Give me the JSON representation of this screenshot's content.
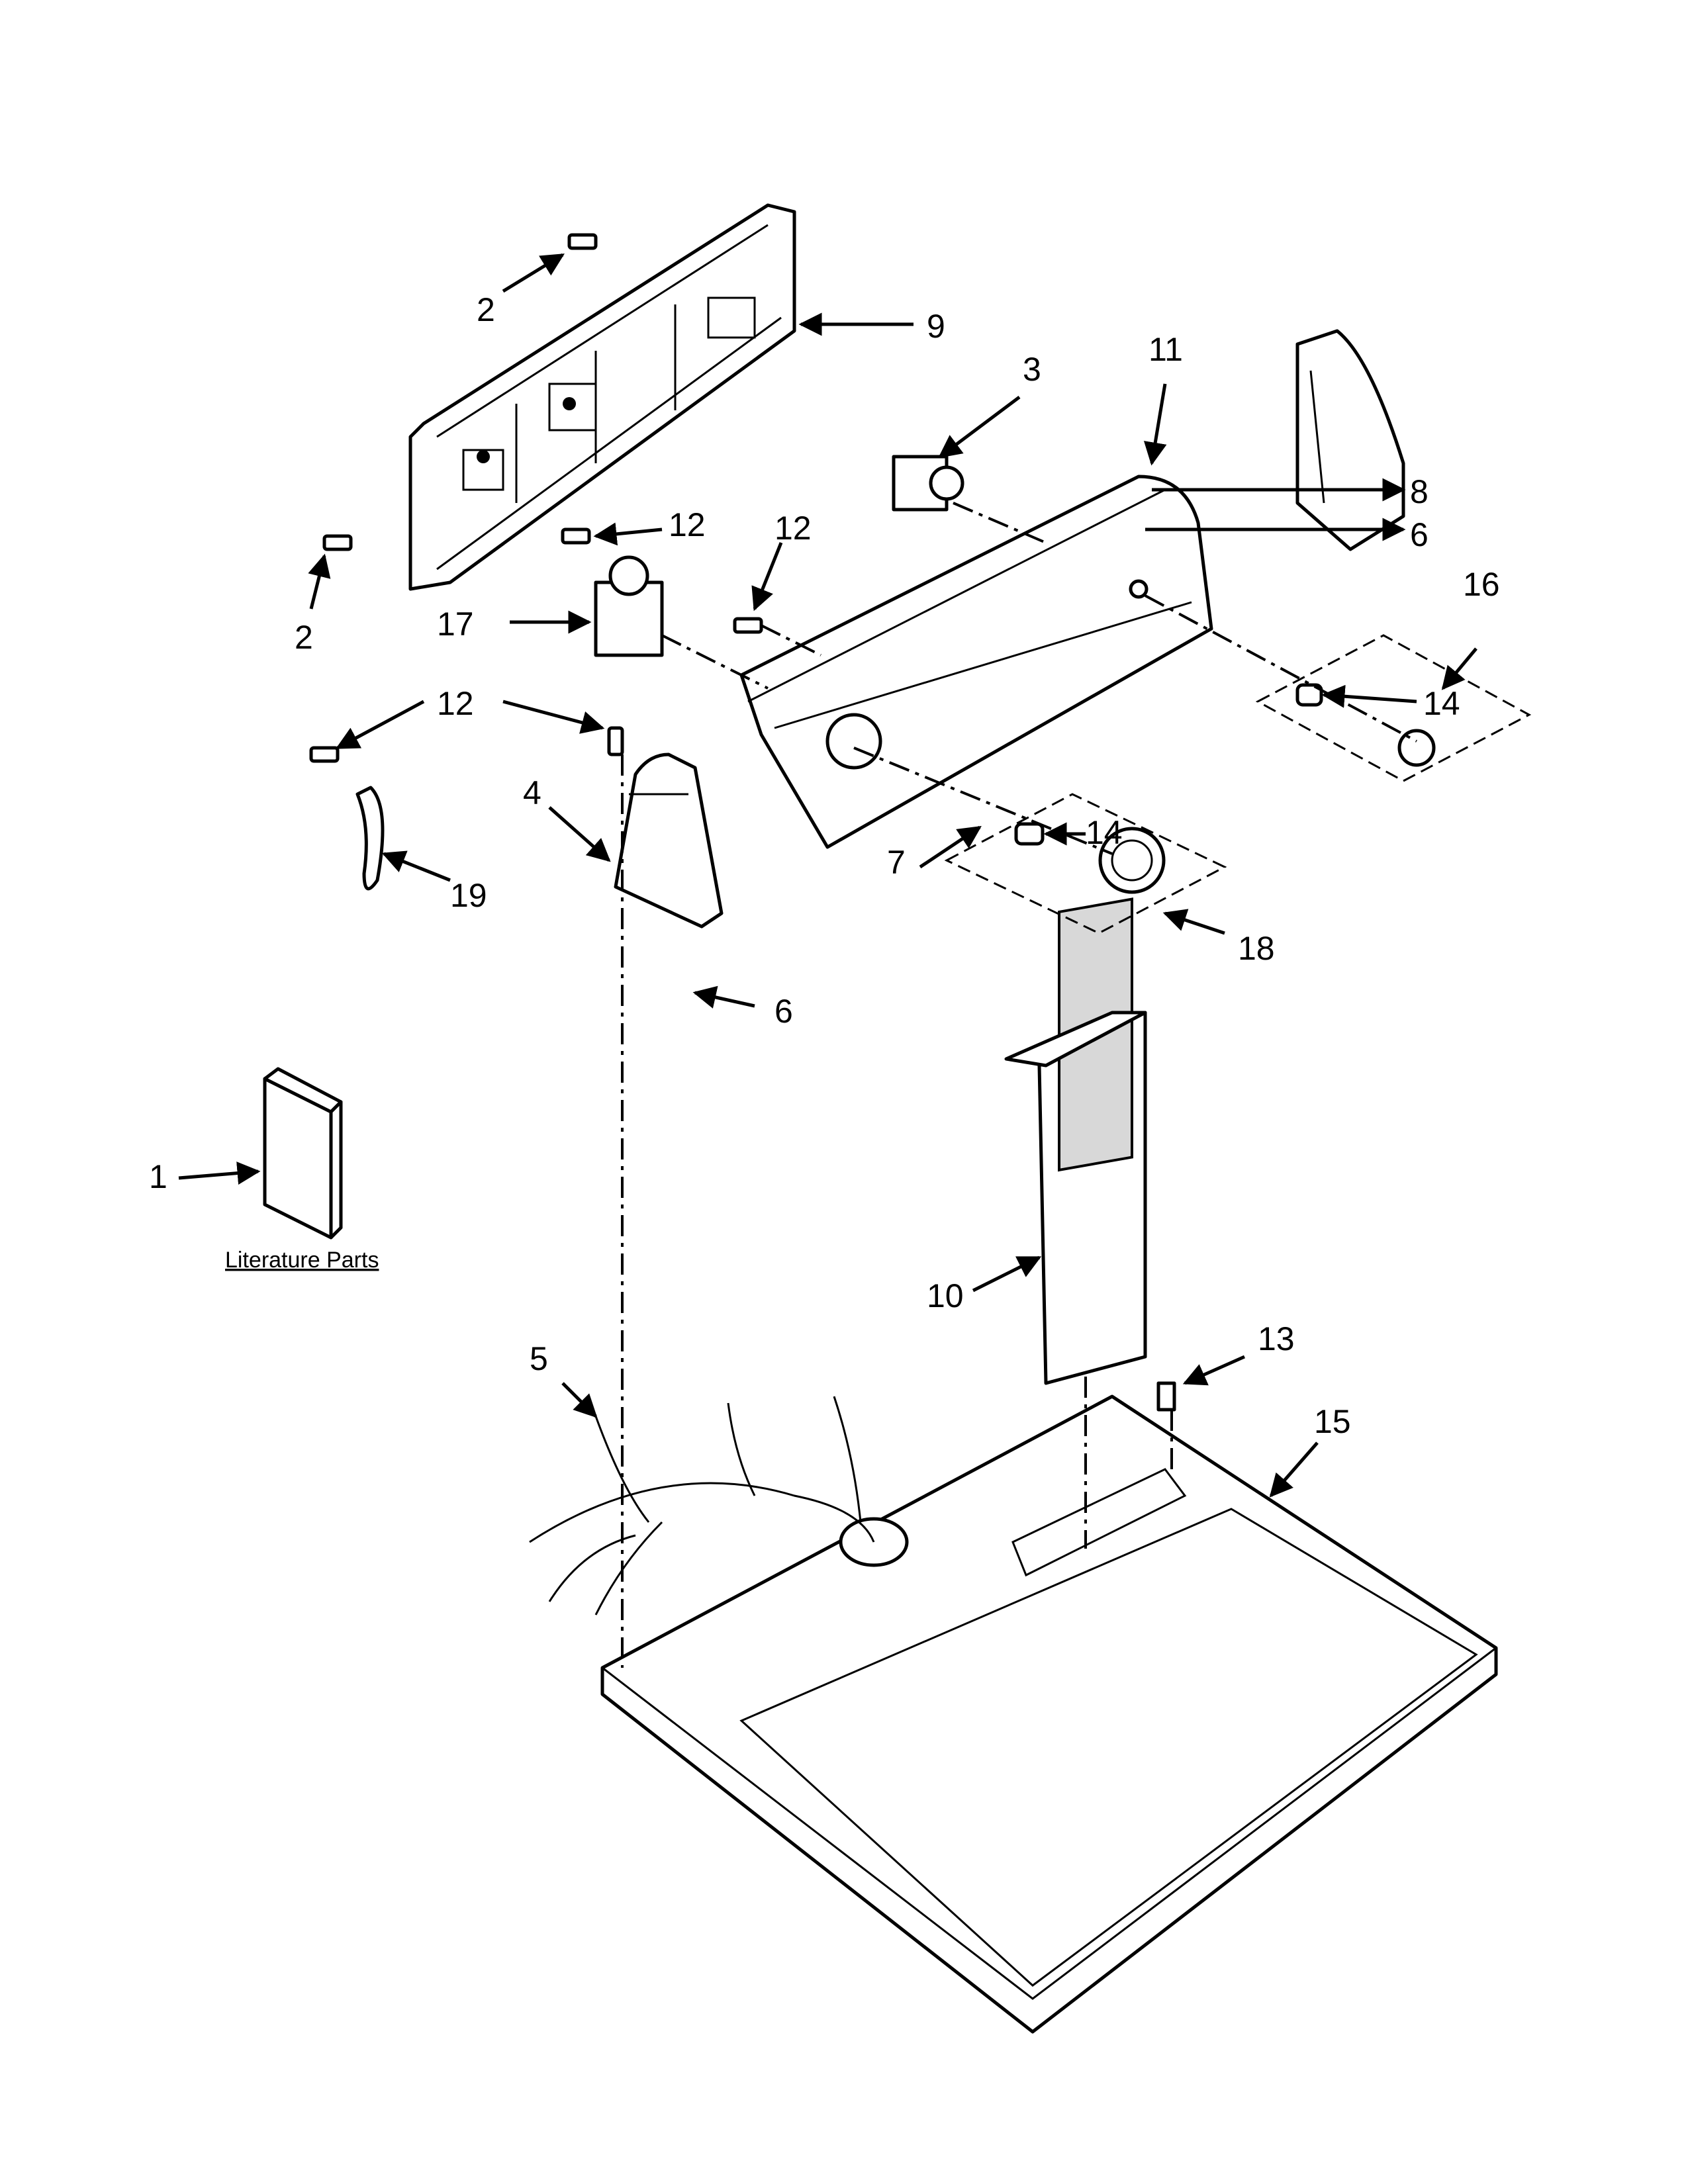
{
  "diagram": {
    "callouts": [
      "1",
      "2",
      "2",
      "3",
      "4",
      "5",
      "6",
      "6",
      "7",
      "8",
      "9",
      "10",
      "11",
      "12",
      "12",
      "12",
      "13",
      "14",
      "14",
      "15",
      "16",
      "17",
      "18",
      "19"
    ],
    "literature_label": "Literature Parts"
  }
}
